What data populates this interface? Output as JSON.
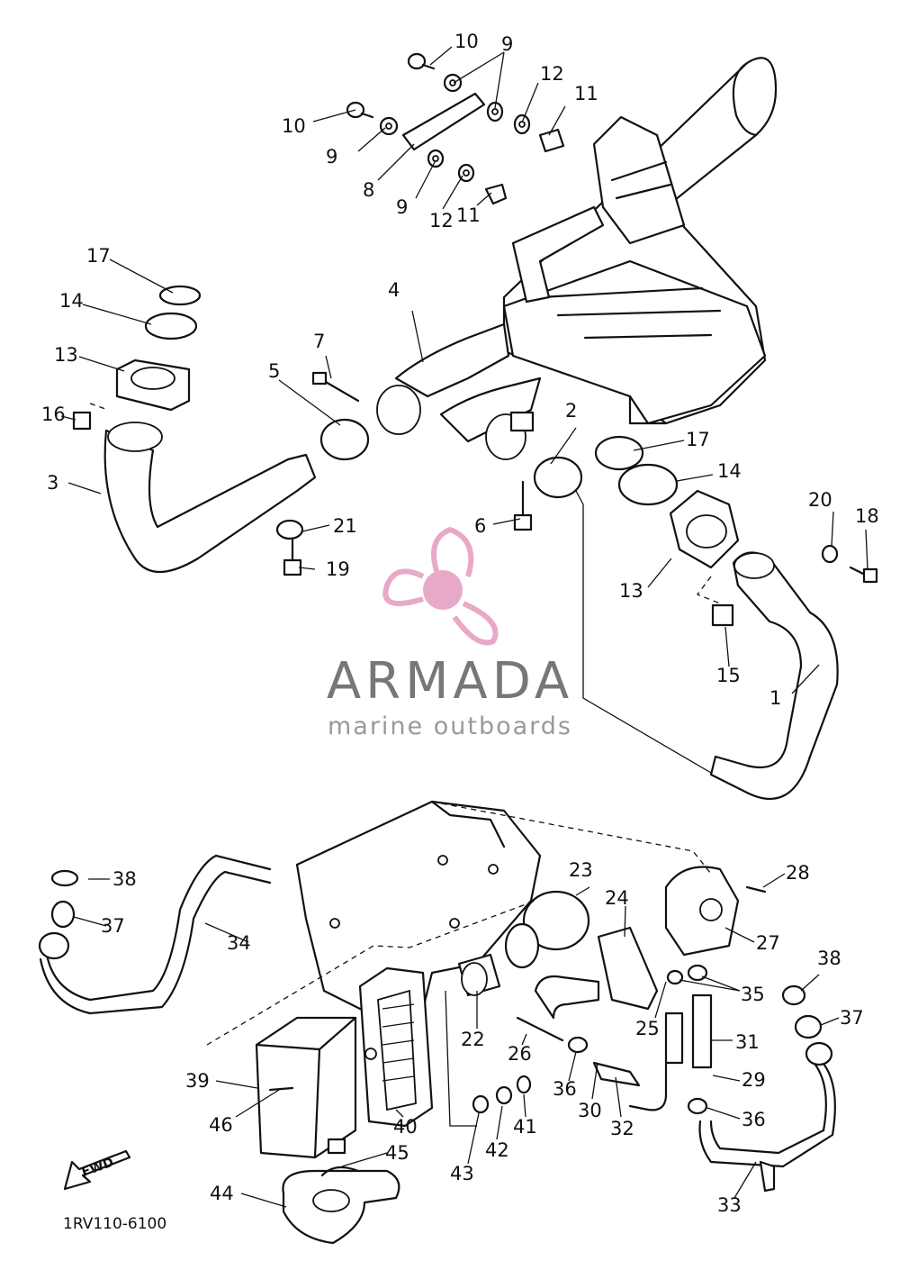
{
  "diagram": {
    "drawing_code": "1RV110-6100",
    "fwd_label": "FWD",
    "watermark": {
      "brand": "ARMADA",
      "tagline": "marine outboards",
      "color": "#e8a9c8",
      "text_color": "#777777"
    },
    "callouts": [
      "10",
      "9",
      "12",
      "11",
      "10",
      "9",
      "8",
      "9",
      "12",
      "11",
      "17",
      "14",
      "13",
      "16",
      "3",
      "4",
      "7",
      "5",
      "2",
      "6",
      "21",
      "19",
      "17",
      "14",
      "13",
      "20",
      "18",
      "15",
      "1",
      "38",
      "37",
      "34",
      "23",
      "24",
      "28",
      "27",
      "22",
      "26",
      "25",
      "35",
      "31",
      "29",
      "36",
      "30",
      "32",
      "38",
      "37",
      "36",
      "33",
      "39",
      "46",
      "40",
      "43",
      "42",
      "41",
      "45",
      "44"
    ]
  }
}
